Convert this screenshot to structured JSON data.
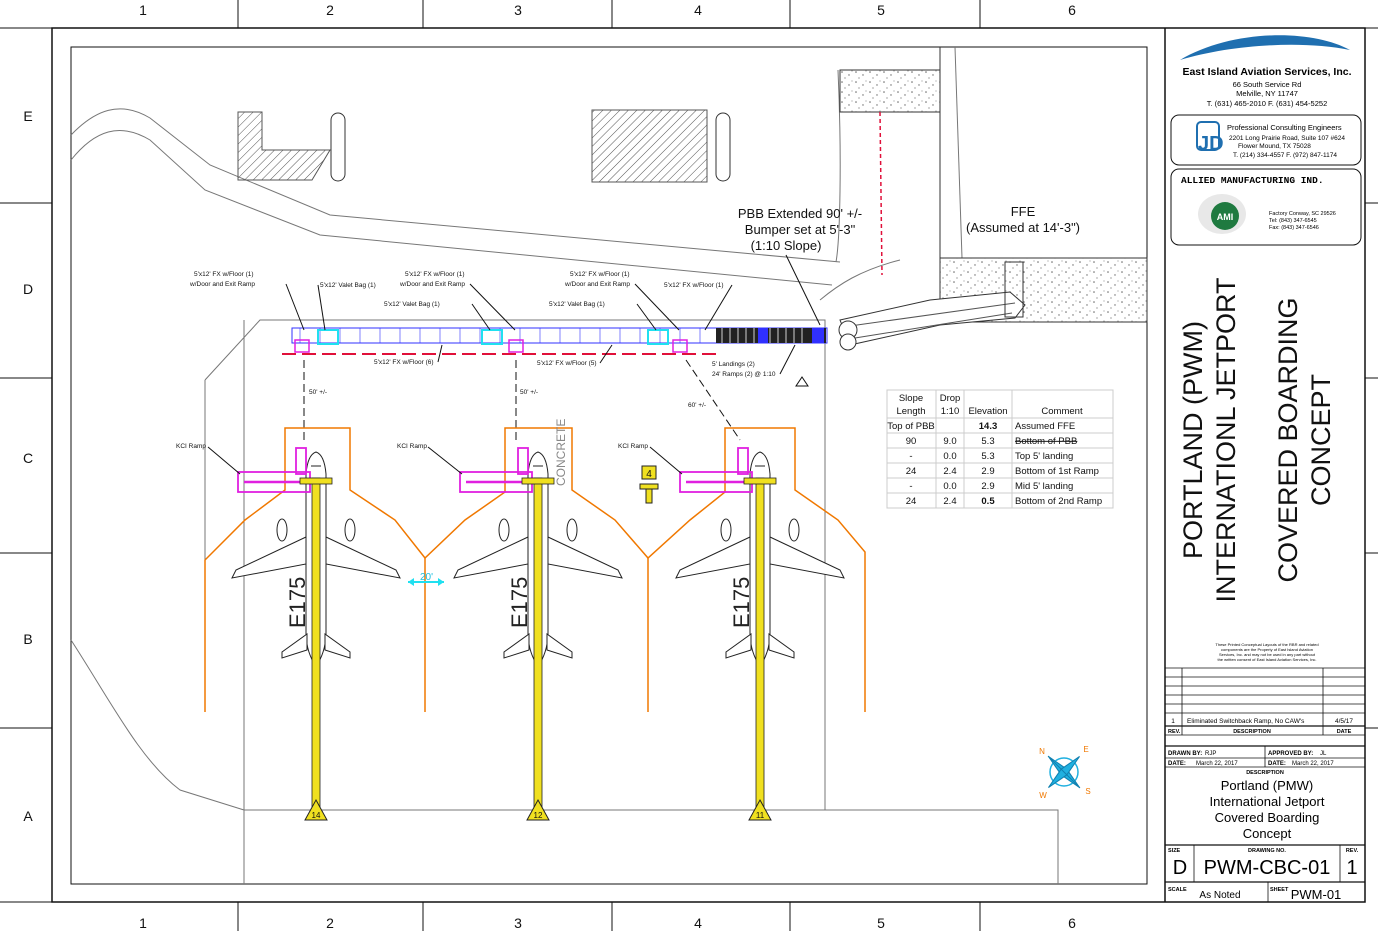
{
  "border": {
    "columns": [
      "1",
      "2",
      "3",
      "4",
      "5",
      "6"
    ],
    "rows": [
      "E",
      "D",
      "C",
      "B",
      "A"
    ]
  },
  "company": {
    "name": "East Island Aviation Services, Inc.",
    "address1": "66 South Service Rd",
    "address2": "Melville, NY 11747",
    "phone": "T. (631) 465-2010 F. (631) 454-5252"
  },
  "consultant": {
    "logo_letters": "JD",
    "name": "Professional Consulting Engineers",
    "address1": "2201 Long Prairie Road, Suite 107 #624",
    "address2": "Flower Mound, TX 75028",
    "phone": "T. (214) 334-4557  F. (972) 847-1174"
  },
  "manufacturer": {
    "name": "ALLIED  MANUFACTURING IND.",
    "logo_letters": "AMI",
    "address1": "Factory Conway, SC 29526",
    "phone": "Tel: (843) 347-6545",
    "fax": "Fax: (843) 347-6546"
  },
  "title_vertical": {
    "line1": "PORTLAND (PWM)",
    "line2": "INTERNATIONL JETPORT",
    "line3": "COVERED BOARDING",
    "line4": "CONCEPT"
  },
  "disclaimer": [
    "These Printed Conceptual Layouts of the RBR and related",
    "components are the Property of East Island Aviation",
    "Services, Inc. and may not be used in any part without",
    "the written consent of East Island Aviation Services, Inc."
  ],
  "revisions": {
    "rows": [
      {
        "rev": "1",
        "description": "Eliminated Switchback Ramp, No CAW's",
        "date": "4/5/17"
      }
    ],
    "headers": {
      "rev": "REV.",
      "description": "DESCRIPTION",
      "date": "DATE"
    }
  },
  "drawn": {
    "drawn_by_label": "DRAWN BY:",
    "drawn_by": "RJP",
    "approved_label": "APPROVED BY:",
    "approved_by": "JL",
    "date_label": "DATE:",
    "date1": "March 22, 2017",
    "date2": "March 22, 2017",
    "description_label": "DESCRIPTION"
  },
  "description": [
    "Portland (PMW)",
    "International Jetport",
    "Covered Boarding",
    "Concept"
  ],
  "drawing": {
    "size_label": "SIZE",
    "size": "D",
    "number_label": "DRAWING NO.",
    "number": "PWM-CBC-01",
    "rev_label": "REV.",
    "rev": "1",
    "scale_label": "SCALE",
    "scale": "As Noted",
    "sheet_label": "SHEET",
    "sheet": "PWM-01"
  },
  "plan": {
    "pbb_note": [
      "PBB Extended 90' +/-",
      "Bumper set at 5'-3\"",
      "(1:10 Slope)"
    ],
    "ffe_note": [
      "FFE",
      "(Assumed at 14'-3\")"
    ],
    "callouts": {
      "fx_door1": [
        "5'x12' FX w/Floor (1)",
        "w/Door and Exit Ramp"
      ],
      "valet1": "5'x12' Valet Bag (1)",
      "fx_door2": [
        "5'x12' FX w/Floor (1)",
        "w/Door and Exit Ramp"
      ],
      "valet2": "5'x12' Valet Bag (1)",
      "fx_door3": [
        "5'x12' FX w/Floor (1)",
        "w/Door and Exit Ramp"
      ],
      "valet3": "5'x12' Valet Bag (1)",
      "fx_floor1": "5'x12' FX w/Floor (1)",
      "fx_floor6": "5'x12' FX w/Floor (6)",
      "fx_floor5": "5'x12' FX w/Floor (5)",
      "landings": [
        "5' Landings (2)",
        "24' Ramps (2) @ 1:10"
      ],
      "dim50a": "50' +/-",
      "dim50b": "50' +/-",
      "dim60": "60' +/-",
      "kci1": "KCI Ramp",
      "kci2": "KCI Ramp",
      "kci3": "KCI Ramp",
      "concrete": "CONCRETE",
      "dim20": "20'",
      "gate_marker": "4"
    },
    "aircraft": "E175",
    "gates": [
      "14",
      "12",
      "11"
    ],
    "compass": {
      "n": "N",
      "e": "E",
      "s": "S",
      "w": "W"
    }
  },
  "slope_table": {
    "headers": [
      [
        "Slope",
        "Length"
      ],
      [
        "Drop",
        "1:10"
      ],
      [
        "",
        "Elevation"
      ],
      [
        "",
        "Comment"
      ]
    ],
    "rows": [
      [
        "Top of PBB",
        "",
        "14.3",
        "Assumed FFE"
      ],
      [
        "90",
        "9.0",
        "5.3",
        "Bottom of PBB"
      ],
      [
        "-",
        "0.0",
        "5.3",
        "Top 5' landing"
      ],
      [
        "24",
        "2.4",
        "2.9",
        "Bottom of 1st Ramp"
      ],
      [
        "-",
        "0.0",
        "2.9",
        "Mid 5' landing"
      ],
      [
        "24",
        "2.4",
        "0.5",
        "Bottom of 2nd Ramp"
      ]
    ]
  },
  "colors": {
    "line": "#222222",
    "magenta": "#e020e0",
    "yellow": "#f0e020",
    "orange": "#f07800",
    "red": "#e0103a",
    "blue": "#3030ff",
    "cyan": "#20e0f0",
    "logo_blue": "#1f6fb0",
    "logo_green": "#1f7a40"
  }
}
